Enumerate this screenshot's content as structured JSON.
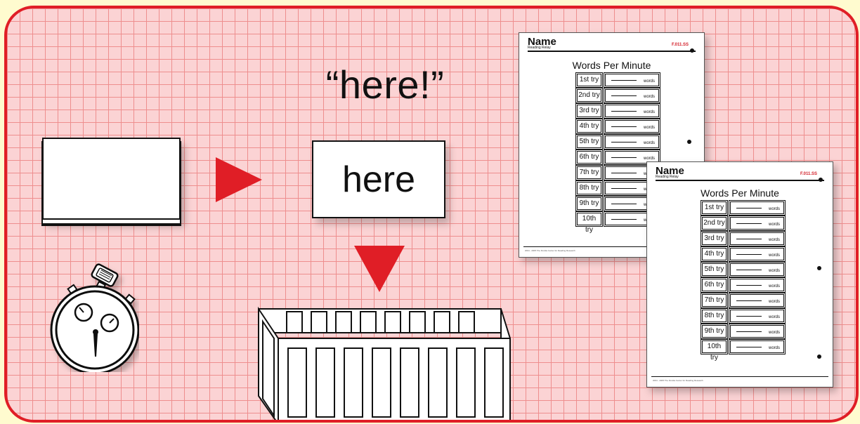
{
  "flashcard": {
    "word": "here",
    "spoken": "“here!”"
  },
  "colors": {
    "accent": "#e01e26",
    "grid_background": "#fbd3d4",
    "grid_lines": "#ee8e8e",
    "page_background": "#fffbcf"
  },
  "icons": [
    "card-stack-icon",
    "arrow-right-icon",
    "arrow-down-icon",
    "stopwatch-icon",
    "card-box-icon"
  ],
  "worksheets": [
    {
      "name_label": "Name",
      "subtitle": "Reading Relay",
      "code": "F.011.SS",
      "title": "Words Per Minute",
      "rows": [
        {
          "label": "1st try",
          "unit": "words"
        },
        {
          "label": "2nd try",
          "unit": "words"
        },
        {
          "label": "3rd try",
          "unit": "words"
        },
        {
          "label": "4th try",
          "unit": "words"
        },
        {
          "label": "5th try",
          "unit": "words"
        },
        {
          "label": "6th try",
          "unit": "words"
        },
        {
          "label": "7th try",
          "unit": "words"
        },
        {
          "label": "8th try",
          "unit": "words"
        },
        {
          "label": "9th try",
          "unit": "words"
        },
        {
          "label": "10th try",
          "unit": "words"
        }
      ],
      "footer": "2004 - 2005 The Florida Center for Reading Research"
    },
    {
      "name_label": "Name",
      "subtitle": "Reading Relay",
      "code": "F.011.SS",
      "title": "Words Per Minute",
      "rows": [
        {
          "label": "1st try",
          "unit": "words"
        },
        {
          "label": "2nd try",
          "unit": "words"
        },
        {
          "label": "3rd try",
          "unit": "words"
        },
        {
          "label": "4th try",
          "unit": "words"
        },
        {
          "label": "5th try",
          "unit": "words"
        },
        {
          "label": "6th try",
          "unit": "words"
        },
        {
          "label": "7th try",
          "unit": "words"
        },
        {
          "label": "8th try",
          "unit": "words"
        },
        {
          "label": "9th try",
          "unit": "words"
        },
        {
          "label": "10th try",
          "unit": "words"
        }
      ],
      "footer": "2004 - 2005 The Florida Center for Reading Research"
    }
  ]
}
